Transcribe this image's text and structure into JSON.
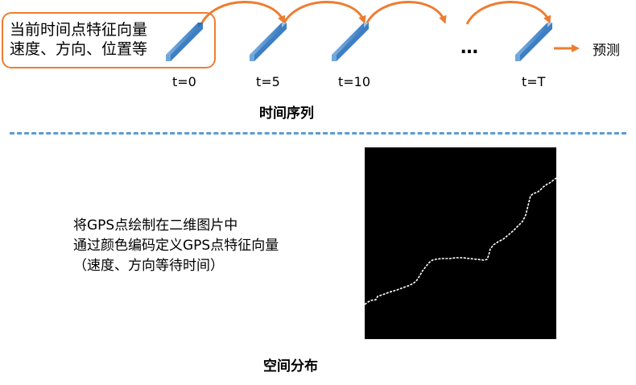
{
  "timeseries": {
    "feature_line1": "当前时间点特征向量",
    "feature_line2": "速度、方向、位置等",
    "labels": [
      "t=0",
      "t=5",
      "t=10",
      "t=T"
    ],
    "ellipsis": "…",
    "predict_label": "预测",
    "title": "时间序列"
  },
  "spatial": {
    "line1": "将GPS点绘制在二维图片中",
    "line2": "通过颜色编码定义GPS点特征向量",
    "line3": "（速度、方向等待时间）",
    "title": "空间分布"
  },
  "colors": {
    "accent_orange": "#ED7D31",
    "bar_blue": "#5B9BD5",
    "divider_blue": "#5B9BD5",
    "image_background": "#000000",
    "trajectory": "#ffffff"
  }
}
